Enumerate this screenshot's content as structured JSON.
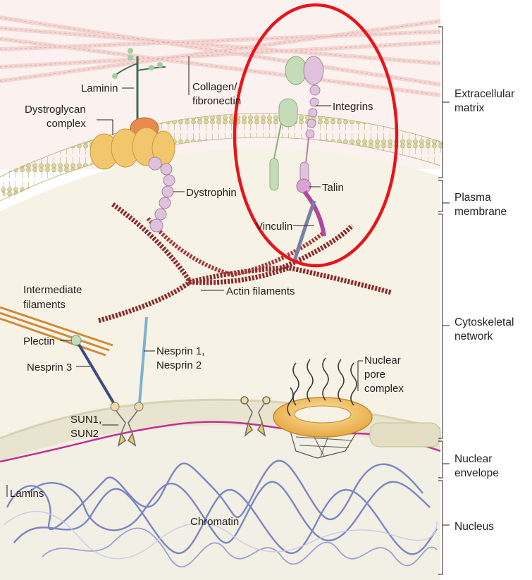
{
  "labels": {
    "laminin": "Laminin",
    "dystroglycan_1": "Dystroglycan",
    "dystroglycan_2": "complex",
    "collagen_1": "Collagen/",
    "collagen_2": "fibronectin",
    "integrins": "Integrins",
    "talin": "Talin",
    "dystrophin": "Dystrophin",
    "vinculin": "Vinculin",
    "intermediate_1": "Intermediate",
    "intermediate_2": "filaments",
    "actin": "Actin filaments",
    "plectin": "Plectin",
    "nesprin3": "Nesprin 3",
    "nesprin12_1": "Nesprin 1,",
    "nesprin12_2": "Nesprin 2",
    "npc_1": "Nuclear",
    "npc_2": "pore",
    "npc_3": "complex",
    "sun_1": "SUN1,",
    "sun_2": "SUN2",
    "lamins": "Lamins",
    "chromatin": "Chromatin"
  },
  "regions": {
    "ecm_1": "Extracellular",
    "ecm_2": "matrix",
    "pm_1": "Plasma",
    "pm_2": "membrane",
    "cyto_1": "Cytoskeletal",
    "cyto_2": "network",
    "ne_1": "Nuclear",
    "ne_2": "envelope",
    "nucleus": "Nucleus"
  },
  "colors": {
    "highlight_ring": "#e8141b",
    "actin": "#8c2a2a",
    "dystroglycan": "#f2c66d",
    "integrin_green": "#c5dcb8",
    "integrin_pink": "#e0c2de",
    "talin": "#d9a3d3",
    "vinculin": "#7a7fa6",
    "chromatin": "#7b86c2",
    "lamina": "#c2318f",
    "npc": "#f5c86a"
  }
}
